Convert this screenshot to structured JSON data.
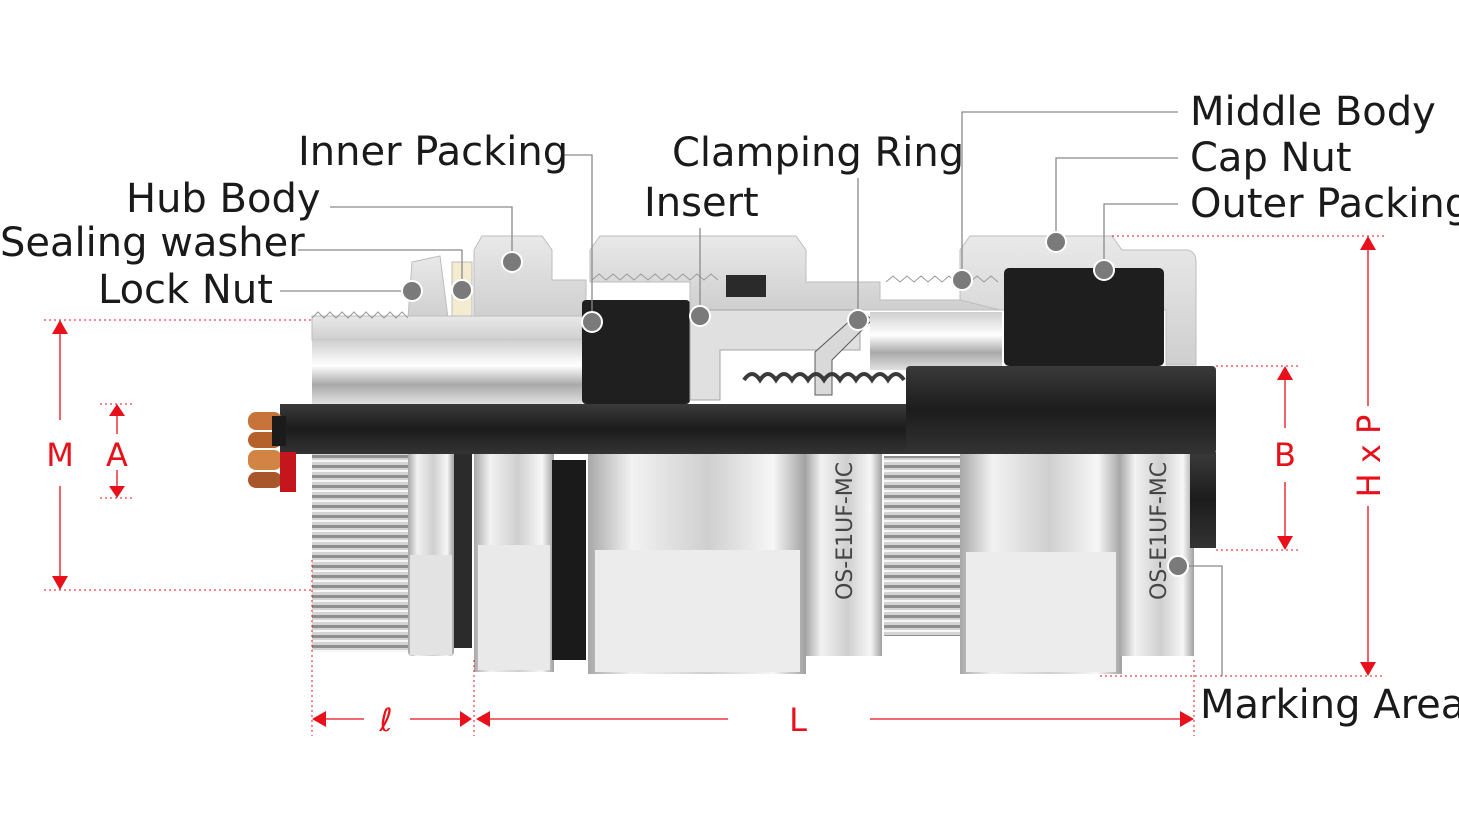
{
  "labels": {
    "inner_packing": "Inner Packing",
    "hub_body": "Hub Body",
    "sealing_washer": "Sealing washer",
    "lock_nut": "Lock Nut",
    "clamping_ring": "Clamping Ring",
    "insert": "Insert",
    "middle_body": "Middle Body",
    "cap_nut": "Cap Nut",
    "outer_packing": "Outer Packing",
    "marking_area": "Marking Area"
  },
  "dimensions": {
    "m": "M",
    "a": "A",
    "b": "B",
    "hxp": "H x P",
    "l_small": "ℓ",
    "l_big": "L"
  },
  "markings": {
    "left": "OS-E1UF-MC",
    "right": "OS-E1UF-MC"
  },
  "colors": {
    "dimension_red": "#e8101a",
    "leader_grey": "#8a8a8a",
    "metal_light": "#e6e6e6",
    "metal_mid": "#b9b9b9",
    "rubber_black": "#1c1c1c",
    "cable_black": "#262626",
    "copper": "#c7743a"
  }
}
